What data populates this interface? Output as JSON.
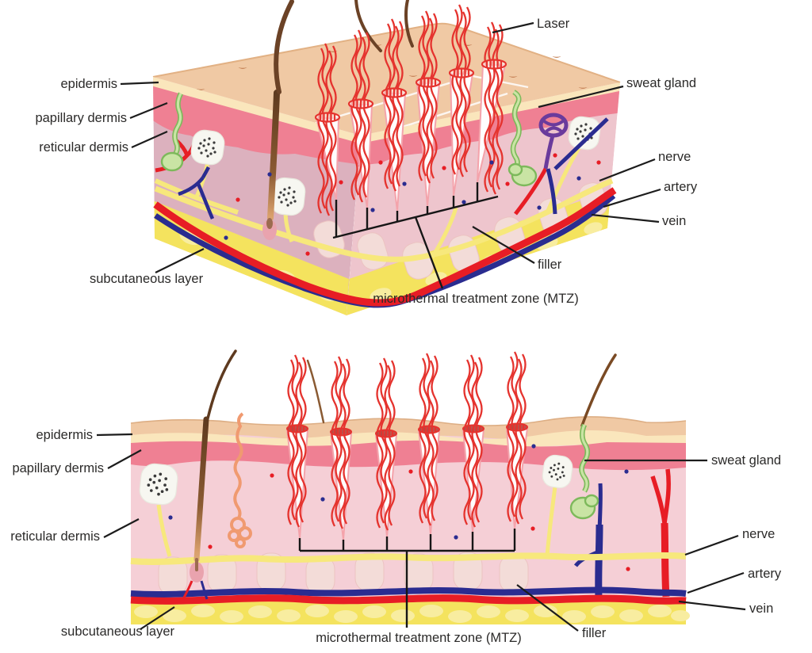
{
  "figure": {
    "kind": "skin cross-section illustration, fractional laser treatment",
    "views": [
      {
        "id": "top",
        "style": "3d-perspective-block"
      },
      {
        "id": "bottom",
        "style": "2d-cross-section"
      }
    ]
  },
  "labels": {
    "laser": "Laser",
    "epidermis": "epidermis",
    "papillary_dermis": "papillary dermis",
    "reticular_dermis": "reticular dermis",
    "subcutaneous_layer": "subcutaneous layer",
    "sweat_gland": "sweat gland",
    "nerve": "nerve",
    "artery": "artery",
    "vein": "vein",
    "filler": "filler",
    "mtz": "microthermal treatment zone (MTZ)"
  },
  "colors": {
    "laser_red": "#e5332e",
    "artery_red": "#e71d25",
    "vein_blue": "#2a2c90",
    "nerve_yellow": "#f7e87c",
    "subcut_yellow": "#f4e35e",
    "fat_yellow": "#f8eda0",
    "skin_tan": "#f0c9a4",
    "epidermis_cream": "#fae6bc",
    "papillary_pink": "#ef8093",
    "dermis_pink": "#f5cfd6",
    "dermis_pink_front": "#eec5cd",
    "dermis_mauve": "#dcb1be",
    "filler_pink": "#f3dcd8",
    "cone_pink": "#f4a3ab",
    "gland_green": "#c9e4a4",
    "gland_green_dark": "#7db95b",
    "gland_purple": "#6a3b9c",
    "gland_orange": "#f09a70",
    "hair_brown_dark": "#5e3a1f",
    "hair_brown_light": "#d9a06b",
    "bulb_pink": "#e9a3ae",
    "ink": "#2b2a29"
  },
  "laser_beam_count_per_view": 6
}
